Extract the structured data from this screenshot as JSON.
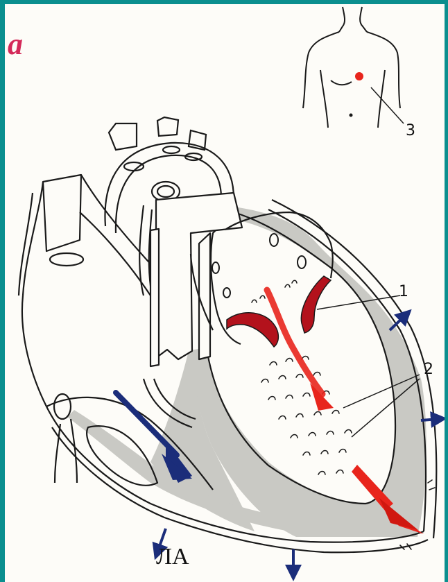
{
  "panel_letter": "а",
  "labels": {
    "one": "1",
    "two": "2",
    "three": "3",
    "la": "ЛА"
  },
  "colors": {
    "frame": "#0b8f8f",
    "outline": "#1a1a1a",
    "wall_shade": "#c9c9c4",
    "valve_red": "#b3121c",
    "flow_red": "#e8251c",
    "flow_blue": "#1b2d7a",
    "letter_pink": "#d42a5a"
  }
}
